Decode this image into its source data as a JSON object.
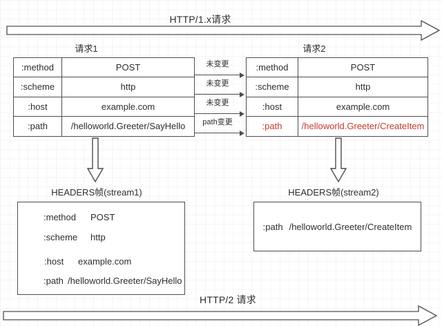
{
  "colors": {
    "accent_red": "#c5392c",
    "line": "#4d4d4d",
    "grid": "#e9e9ee"
  },
  "top_arrow": {
    "label": "HTTP/1.x请求"
  },
  "bottom_arrow": {
    "label": "HTTP/2 请求"
  },
  "request1": {
    "title": "请求1",
    "rows": [
      {
        "key": ":method",
        "value": "POST"
      },
      {
        "key": ":scheme",
        "value": "http"
      },
      {
        "key": ":host",
        "value": "example.com"
      },
      {
        "key": ":path",
        "value": "/helloworld.Greeter/SayHello"
      }
    ]
  },
  "request2": {
    "title": "请求2",
    "rows": [
      {
        "key": ":method",
        "value": "POST"
      },
      {
        "key": ":scheme",
        "value": "http"
      },
      {
        "key": ":host",
        "value": "example.com"
      },
      {
        "key": ":path",
        "value": "/helloworld.Greeter/CreateItem",
        "highlighted": true
      }
    ]
  },
  "change_arrows": {
    "labels": [
      "未变更",
      "未变更",
      "未变更",
      "path变更"
    ]
  },
  "frame1": {
    "title": "HEADERS帧(stream1)",
    "rows": [
      {
        "key": ":method",
        "value": "POST"
      },
      {
        "key": ":scheme",
        "value": "http"
      },
      {
        "key": ":host",
        "value": "example.com"
      },
      {
        "key": ":path",
        "value": "/helloworld.Greeter/SayHello"
      }
    ]
  },
  "frame2": {
    "title": "HEADERS帧(stream2)",
    "rows": [
      {
        "key": ":path",
        "value": "/helloworld.Greeter/CreateItem"
      }
    ]
  }
}
